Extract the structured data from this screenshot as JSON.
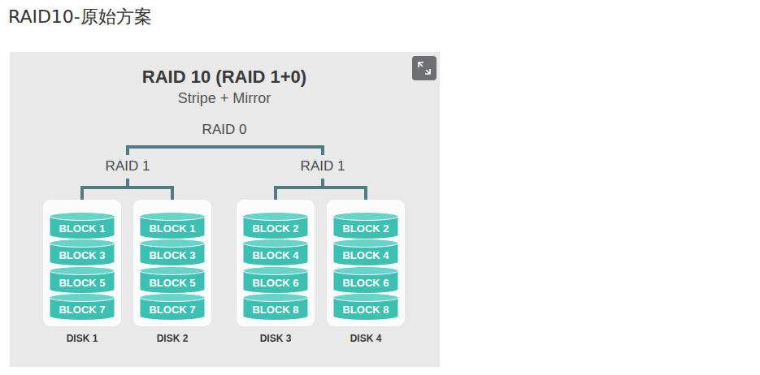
{
  "diagram": {
    "title": "RAID10-原始方案",
    "nodes": [
      {
        "text": [
          "DISK 1"
        ]
      },
      {
        "text": [
          "BLOCK 1"
        ],
        "in": 0
      },
      {
        "text": [
          "BLOCK 3"
        ],
        "in": 0
      },
      {
        "text": [
          "BLOCK 5"
        ],
        "in": 0
      },
      {
        "text": [
          "BLOCK 7"
        ],
        "in": 0
      },
      {
        "text": [
          "DISK 2"
        ]
      },
      {
        "text": [
          "BLOCK 1"
        ],
        "in": 5
      },
      {
        "text": [
          "BLOCK 3"
        ],
        "in": 5
      },
      {
        "text": [
          "BLOCK 5"
        ],
        "in": 5
      },
      {
        "text": [
          "BLOCK 7"
        ],
        "in": 5
      },
      {
        "text": [
          "DISK 3"
        ]
      },
      {
        "text": [
          "BLOCK 2"
        ],
        "in": 10
      },
      {
        "text": [
          "BLOCK 4"
        ],
        "in": 10
      },
      {
        "text": [
          "BLOCK 6"
        ],
        "in": 10
      },
      {
        "text": [
          "BLOCK 8"
        ],
        "in": 10
      },
      {
        "text": [
          "DISK 4"
        ]
      },
      {
        "text": [
          "BLOCK 2"
        ],
        "in": 15
      },
      {
        "text": [
          "BLOCK 4"
        ],
        "in": 15
      },
      {
        "text": [
          "BLOCK 6"
        ],
        "in": 15
      },
      {
        "text": [
          "BLOCK 8"
        ],
        "in": 15
      }
    ],
    "labels": [
      "RAID 10 (RAID 1+0)",
      "Stripe + Mirror",
      "RAID 0",
      "RAID 1",
      "RAID 1"
    ]
  }
}
